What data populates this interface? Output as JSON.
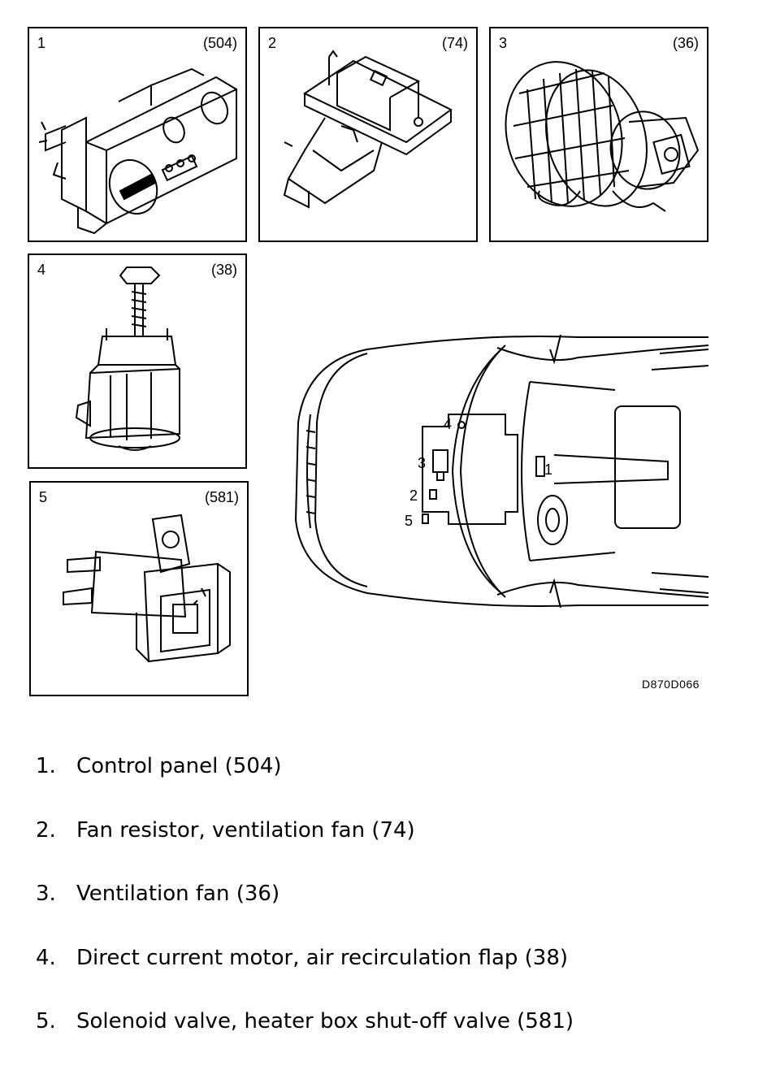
{
  "panels": [
    {
      "number": "1",
      "code": "(504)",
      "icon": "control-panel"
    },
    {
      "number": "2",
      "code": "(74)",
      "icon": "fan-resistor"
    },
    {
      "number": "3",
      "code": "(36)",
      "icon": "ventilation-fan"
    },
    {
      "number": "4",
      "code": "(38)",
      "icon": "dc-motor"
    },
    {
      "number": "5",
      "code": "(581)",
      "icon": "solenoid-valve"
    }
  ],
  "overview": {
    "callouts": [
      "1",
      "2",
      "3",
      "4",
      "5"
    ]
  },
  "figure_id": "D870D066",
  "legend": [
    {
      "number": "1.",
      "text": "Control panel (504)"
    },
    {
      "number": "2.",
      "text": "Fan resistor, ventilation fan (74)"
    },
    {
      "number": "3.",
      "text": "Ventilation fan (36)"
    },
    {
      "number": "4.",
      "text": "Direct current motor, air recirculation flap (38)"
    },
    {
      "number": "5.",
      "text": "Solenoid valve, heater box shut-off valve (581)"
    }
  ]
}
